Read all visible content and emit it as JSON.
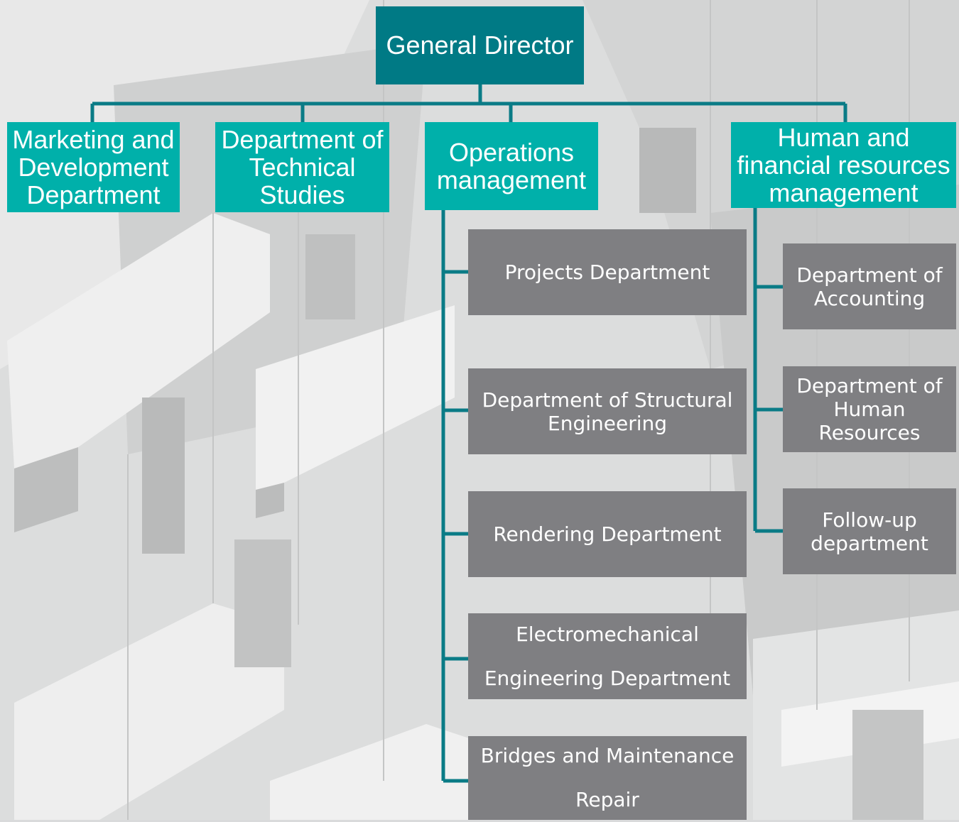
{
  "top": {
    "label": "General Director"
  },
  "departments": [
    {
      "label": "Marketing and Development Department"
    },
    {
      "label": "Department of Technical Studies"
    },
    {
      "label": "Operations management"
    },
    {
      "label": "Human and financial resources management"
    }
  ],
  "operations_children": [
    {
      "label": "Projects Department"
    },
    {
      "label": "Department of Structural Engineering"
    },
    {
      "label": "Rendering Department"
    },
    {
      "label": "Electromechanical Engineering Department"
    },
    {
      "label": "Bridges and Maintenance Repair"
    }
  ],
  "hr_children": [
    {
      "label": "Department of Accounting"
    },
    {
      "label": "Department of Human Resources"
    },
    {
      "label": "Follow-up department"
    }
  ],
  "colors": {
    "top": "#007a85",
    "department": "#00b0aa",
    "sub": "#7f7f82",
    "connector": "#0a7b86"
  }
}
